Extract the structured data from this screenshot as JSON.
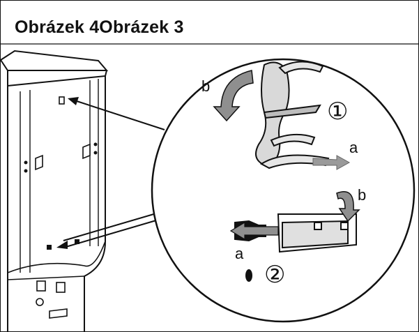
{
  "figure": {
    "title": "Obrázek 4Obrázek 3"
  },
  "callouts": {
    "step1": "①",
    "step2": "②",
    "label_b_top": "b",
    "label_a_top": "a",
    "label_b_bottom": "b",
    "label_a_bottom": "a"
  },
  "colors": {
    "line": "#111111",
    "shade": "#cfcfcf",
    "arrow_fill": "#8f8f8f"
  }
}
